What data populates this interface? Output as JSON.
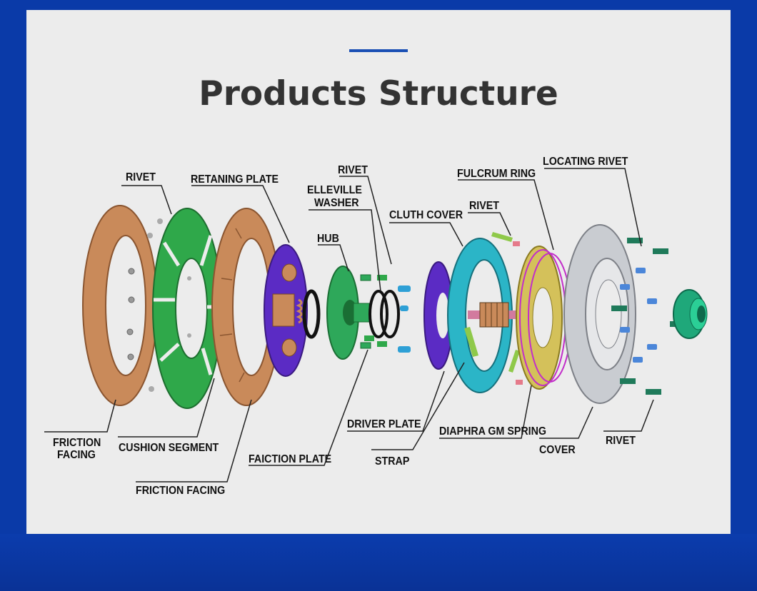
{
  "title": "Products Structure",
  "colors": {
    "frame": "#0a3aa8",
    "panel": "#ececec",
    "accent": "#1a4fb4",
    "friction": "#c98a5a",
    "cushion": "#2fa84a",
    "retaining": "#5b2bc4",
    "hub": "#2ea85a",
    "cover_ring": "#2bb5c7",
    "spring": "#d4c15a",
    "cover": "#c9ccd1"
  },
  "labels": {
    "rivet_1": "RIVET",
    "retaning_plate": "RETANING PLATE",
    "rivet_2": "RIVET",
    "elleville_washer_1": "ELLEVILLE",
    "elleville_washer_2": "WASHER",
    "hub": "HUB",
    "fulcrum_ring": "FULCRUM RING",
    "locating_rivet": "LOCATING RIVET",
    "cluth_cover": "CLUTH COVER",
    "rivet_3": "RIVET",
    "friction_facing_left_1": "FRICTION",
    "friction_facing_left_2": "FACING",
    "cushion_segment": "CUSHION SEGMENT",
    "friction_facing_bottom": "FRICTION FACING",
    "faiction_plate": "FAICTION PLATE",
    "driver_plate": "DRIVER PLATE",
    "strap": "STRAP",
    "diaphra_gm_spring": "DIAPHRA GM SPRING",
    "cover": "COVER",
    "rivet_4": "RIVET"
  }
}
